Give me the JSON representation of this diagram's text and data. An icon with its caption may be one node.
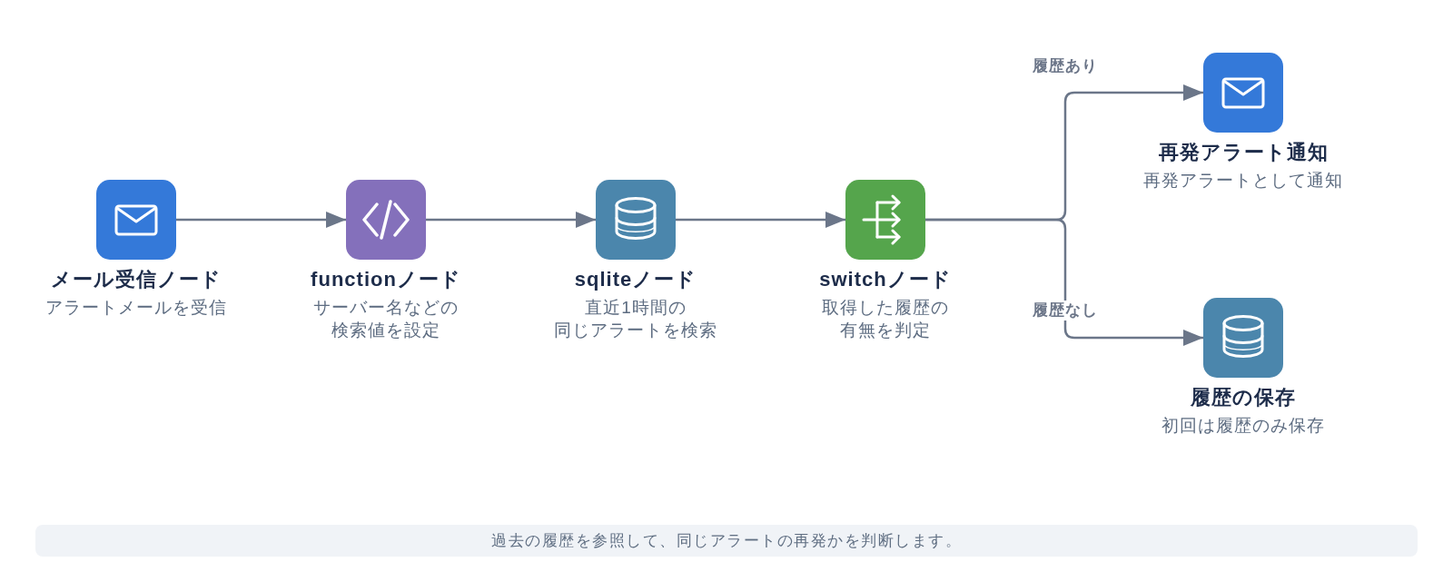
{
  "diagram": {
    "nodes": [
      {
        "text": [
          "メール受信ノード",
          "アラートメールを受信"
        ]
      },
      {
        "text": [
          "functionノード",
          "サーバー名などの検索値を設定"
        ]
      },
      {
        "text": [
          "sqliteノード",
          "直近1時間の同じアラートを検索"
        ]
      },
      {
        "text": [
          "switchノード",
          "取得した履歴の有無を判定"
        ]
      },
      {
        "text": [
          "再発アラート通知",
          "再発アラートとして通知"
        ]
      },
      {
        "text": [
          "履歴の保存",
          "初回は履歴のみ保存"
        ]
      }
    ],
    "edges": [
      {
        "from": 0,
        "to": 1,
        "arrow": "to"
      },
      {
        "from": 1,
        "to": 2,
        "arrow": "to"
      },
      {
        "from": 2,
        "to": 3,
        "arrow": "to"
      },
      {
        "from": 3,
        "to": 4,
        "arrow": "to",
        "label": "履歴あり"
      },
      {
        "from": 3,
        "to": 5,
        "arrow": "to",
        "label": "履歴なし"
      }
    ],
    "caption": "過去の履歴を参照して、同じアラートの再発かを判断します。"
  }
}
